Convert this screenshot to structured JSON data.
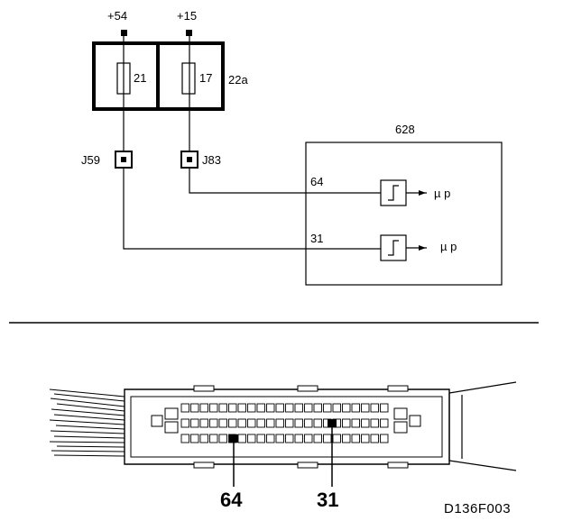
{
  "supply": {
    "terminal_a": "+54",
    "terminal_b": "+15"
  },
  "fuse_box": {
    "label": "22a",
    "fuse_a": "21",
    "fuse_b": "17"
  },
  "connectors": {
    "left": "J59",
    "right": "J83"
  },
  "module": {
    "label": "628",
    "pin_upper": "64",
    "pin_lower": "31",
    "output_upper": "µ p",
    "output_lower": "µ p"
  },
  "plug": {
    "pin_a": "64",
    "pin_b": "31"
  },
  "figure_code": "D136F003"
}
